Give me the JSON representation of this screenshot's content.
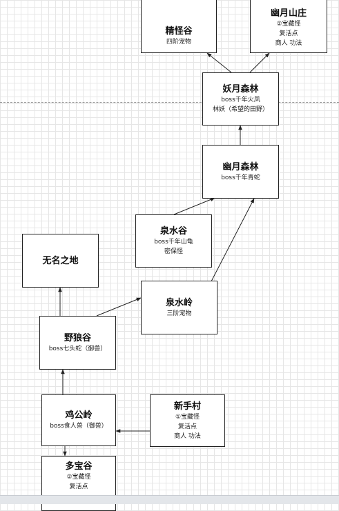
{
  "nodes": {
    "jingguaigu": {
      "title": "精怪谷",
      "lines": [
        "四阶宠物"
      ]
    },
    "youyue_shanzhuang": {
      "title": "幽月山庄",
      "lines": [
        "②宝藏怪",
        "复活点",
        "商人 功法"
      ]
    },
    "yaoyue_senlin": {
      "title": "妖月森林",
      "lines": [
        "boss千年火凤",
        "林妖（希望的田野）"
      ]
    },
    "youyue_senlin": {
      "title": "幽月森林",
      "lines": [
        "boss千年青蛇"
      ]
    },
    "quanshuigu": {
      "title": "泉水谷",
      "lines": [
        "boss千年山龟",
        "密保怪"
      ]
    },
    "wuming": {
      "title": "无名之地",
      "lines": []
    },
    "quanshuiling": {
      "title": "泉水岭",
      "lines": [
        "三阶宠物"
      ]
    },
    "yelanggu": {
      "title": "野狼谷",
      "lines": [
        "boss七头蛇（御兽）"
      ]
    },
    "xinshoucun": {
      "title": "新手村",
      "lines": [
        "①宝藏怪",
        "复活点",
        "商人 功法"
      ]
    },
    "jigongling": {
      "title": "鸡公岭",
      "lines": [
        "boss食人兽（御兽）"
      ]
    },
    "duobaogu": {
      "title": "多宝谷",
      "lines": [
        "②宝藏怪",
        "复活点"
      ]
    }
  }
}
